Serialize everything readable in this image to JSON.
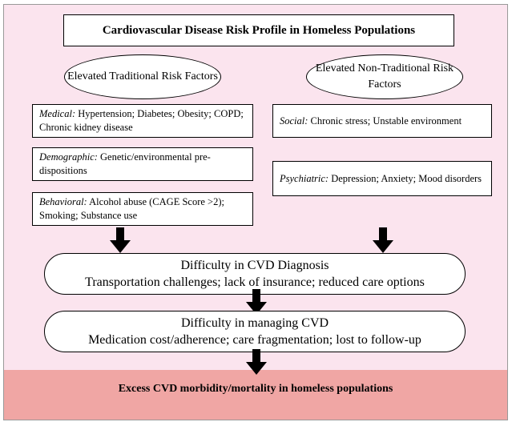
{
  "title": "Cardiovascular Disease Risk Profile in Homeless Populations",
  "traditional_header": "Elevated Traditional Risk Factors",
  "nontraditional_header": "Elevated Non-Traditional Risk Factors",
  "traditional": [
    {
      "label": "Medical:",
      "text": "Hypertension; Diabetes; Obesity; COPD; Chronic kidney disease"
    },
    {
      "label": "Demographic:",
      "text": "Genetic/environmental pre-dispositions"
    },
    {
      "label": "Behavioral:",
      "text": "Alcohol abuse (CAGE Score >2); Smoking; Substance use"
    }
  ],
  "nontraditional": [
    {
      "label": "Social:",
      "text": "Chronic stress; Unstable environment"
    },
    {
      "label": "Psychiatric:",
      "text": "Depression; Anxiety; Mood disorders"
    }
  ],
  "diagnosis": {
    "title": "Difficulty in CVD Diagnosis",
    "text": "Transportation challenges; lack of insurance; reduced care options"
  },
  "managing": {
    "title": "Difficulty in managing CVD",
    "text": "Medication cost/adherence; care fragmentation; lost to follow-up"
  },
  "outcome": "Excess CVD morbidity/mortality in homeless populations"
}
